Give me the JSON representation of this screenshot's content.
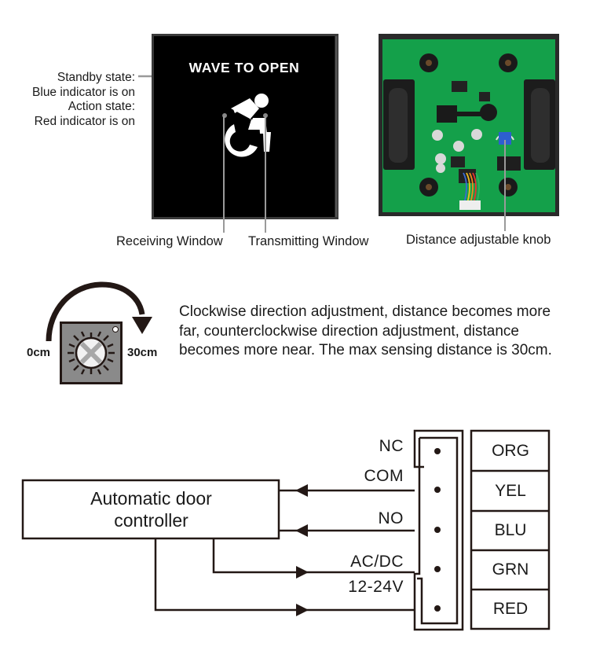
{
  "device_panel": {
    "panel_text": "WAVE TO OPEN",
    "icon": "wheelchair-accessible-icon",
    "state_description": "Standby state:\nBlue indicator is on\nAction state:\nRed indicator is on",
    "receiving_window_label": "Receiving Window",
    "transmitting_window_label": "Transmitting Window",
    "panel_color": "#000000"
  },
  "pcb": {
    "knob_label": "Distance adjustable knob",
    "board_color": "#14a04a"
  },
  "knob_adjustment": {
    "min_label": "0cm",
    "max_label": "30cm",
    "direction": "clockwise",
    "description": "Clockwise direction adjustment, distance becomes more far, counterclockwise direction adjustment, distance becomes more near. The max sensing distance is 30cm."
  },
  "wiring": {
    "controller_label_line1": "Automatic door",
    "controller_label_line2": "controller",
    "pins": [
      {
        "name": "NC",
        "wire": "ORG",
        "arrow": "none"
      },
      {
        "name": "COM",
        "wire": "YEL",
        "arrow": "to-controller"
      },
      {
        "name": "NO",
        "wire": "BLU",
        "arrow": "to-controller"
      },
      {
        "name": "AC/DC",
        "wire": "GRN",
        "arrow": "to-sensor"
      },
      {
        "name": "12-24V",
        "wire": "RED",
        "arrow": "to-sensor"
      }
    ]
  }
}
